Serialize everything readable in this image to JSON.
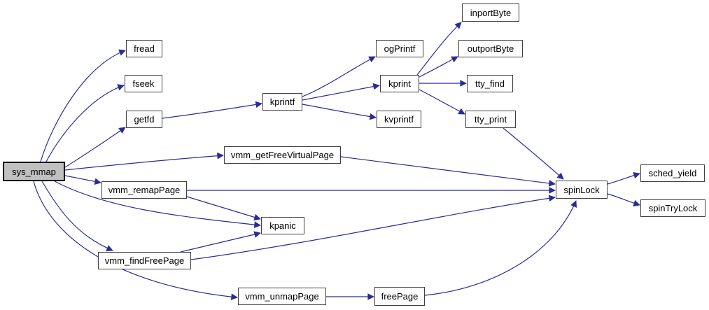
{
  "diagram": {
    "kind": "call-graph",
    "colors": {
      "background": "#ffffff",
      "edge": "#2a2c96",
      "node_fill": "#fefefe",
      "node_border": "#404040",
      "highlight_fill": "#c0c0c0",
      "highlight_border": "#000000",
      "text": "#000000"
    },
    "nodes": [
      {
        "id": "sys_mmap",
        "label": "sys_mmap",
        "highlighted": true
      },
      {
        "id": "fread",
        "label": "fread",
        "highlighted": false
      },
      {
        "id": "fseek",
        "label": "fseek",
        "highlighted": false
      },
      {
        "id": "getfd",
        "label": "getfd",
        "highlighted": false
      },
      {
        "id": "kprintf",
        "label": "kprintf",
        "highlighted": false
      },
      {
        "id": "ogPrintf",
        "label": "ogPrintf",
        "highlighted": false
      },
      {
        "id": "kprint",
        "label": "kprint",
        "highlighted": false
      },
      {
        "id": "kvprintf",
        "label": "kvprintf",
        "highlighted": false
      },
      {
        "id": "inportByte",
        "label": "inportByte",
        "highlighted": false
      },
      {
        "id": "outportByte",
        "label": "outportByte",
        "highlighted": false
      },
      {
        "id": "tty_find",
        "label": "tty_find",
        "highlighted": false
      },
      {
        "id": "tty_print",
        "label": "tty_print",
        "highlighted": false
      },
      {
        "id": "vmm_getFreeVirtualPage",
        "label": "vmm_getFreeVirtualPage",
        "highlighted": false
      },
      {
        "id": "vmm_remapPage",
        "label": "vmm_remapPage",
        "highlighted": false
      },
      {
        "id": "spinLock",
        "label": "spinLock",
        "highlighted": false
      },
      {
        "id": "sched_yield",
        "label": "sched_yield",
        "highlighted": false
      },
      {
        "id": "spinTryLock",
        "label": "spinTryLock",
        "highlighted": false
      },
      {
        "id": "kpanic",
        "label": "kpanic",
        "highlighted": false
      },
      {
        "id": "vmm_findFreePage",
        "label": "vmm_findFreePage",
        "highlighted": false
      },
      {
        "id": "vmm_unmapPage",
        "label": "vmm_unmapPage",
        "highlighted": false
      },
      {
        "id": "freePage",
        "label": "freePage",
        "highlighted": false
      }
    ],
    "edges": [
      {
        "from": "sys_mmap",
        "to": "fread"
      },
      {
        "from": "sys_mmap",
        "to": "fseek"
      },
      {
        "from": "sys_mmap",
        "to": "getfd"
      },
      {
        "from": "sys_mmap",
        "to": "vmm_getFreeVirtualPage"
      },
      {
        "from": "sys_mmap",
        "to": "vmm_remapPage"
      },
      {
        "from": "sys_mmap",
        "to": "kpanic"
      },
      {
        "from": "sys_mmap",
        "to": "vmm_findFreePage"
      },
      {
        "from": "sys_mmap",
        "to": "vmm_unmapPage"
      },
      {
        "from": "getfd",
        "to": "kprintf"
      },
      {
        "from": "kprintf",
        "to": "ogPrintf"
      },
      {
        "from": "kprintf",
        "to": "kprint"
      },
      {
        "from": "kprintf",
        "to": "kvprintf"
      },
      {
        "from": "kprint",
        "to": "inportByte"
      },
      {
        "from": "kprint",
        "to": "outportByte"
      },
      {
        "from": "kprint",
        "to": "tty_find"
      },
      {
        "from": "kprint",
        "to": "tty_print"
      },
      {
        "from": "tty_print",
        "to": "spinLock"
      },
      {
        "from": "vmm_getFreeVirtualPage",
        "to": "spinLock"
      },
      {
        "from": "vmm_remapPage",
        "to": "spinLock"
      },
      {
        "from": "vmm_remapPage",
        "to": "kpanic"
      },
      {
        "from": "vmm_findFreePage",
        "to": "kpanic"
      },
      {
        "from": "vmm_findFreePage",
        "to": "spinLock"
      },
      {
        "from": "vmm_unmapPage",
        "to": "freePage"
      },
      {
        "from": "freePage",
        "to": "spinLock"
      },
      {
        "from": "spinLock",
        "to": "sched_yield"
      },
      {
        "from": "spinLock",
        "to": "spinTryLock"
      }
    ]
  }
}
